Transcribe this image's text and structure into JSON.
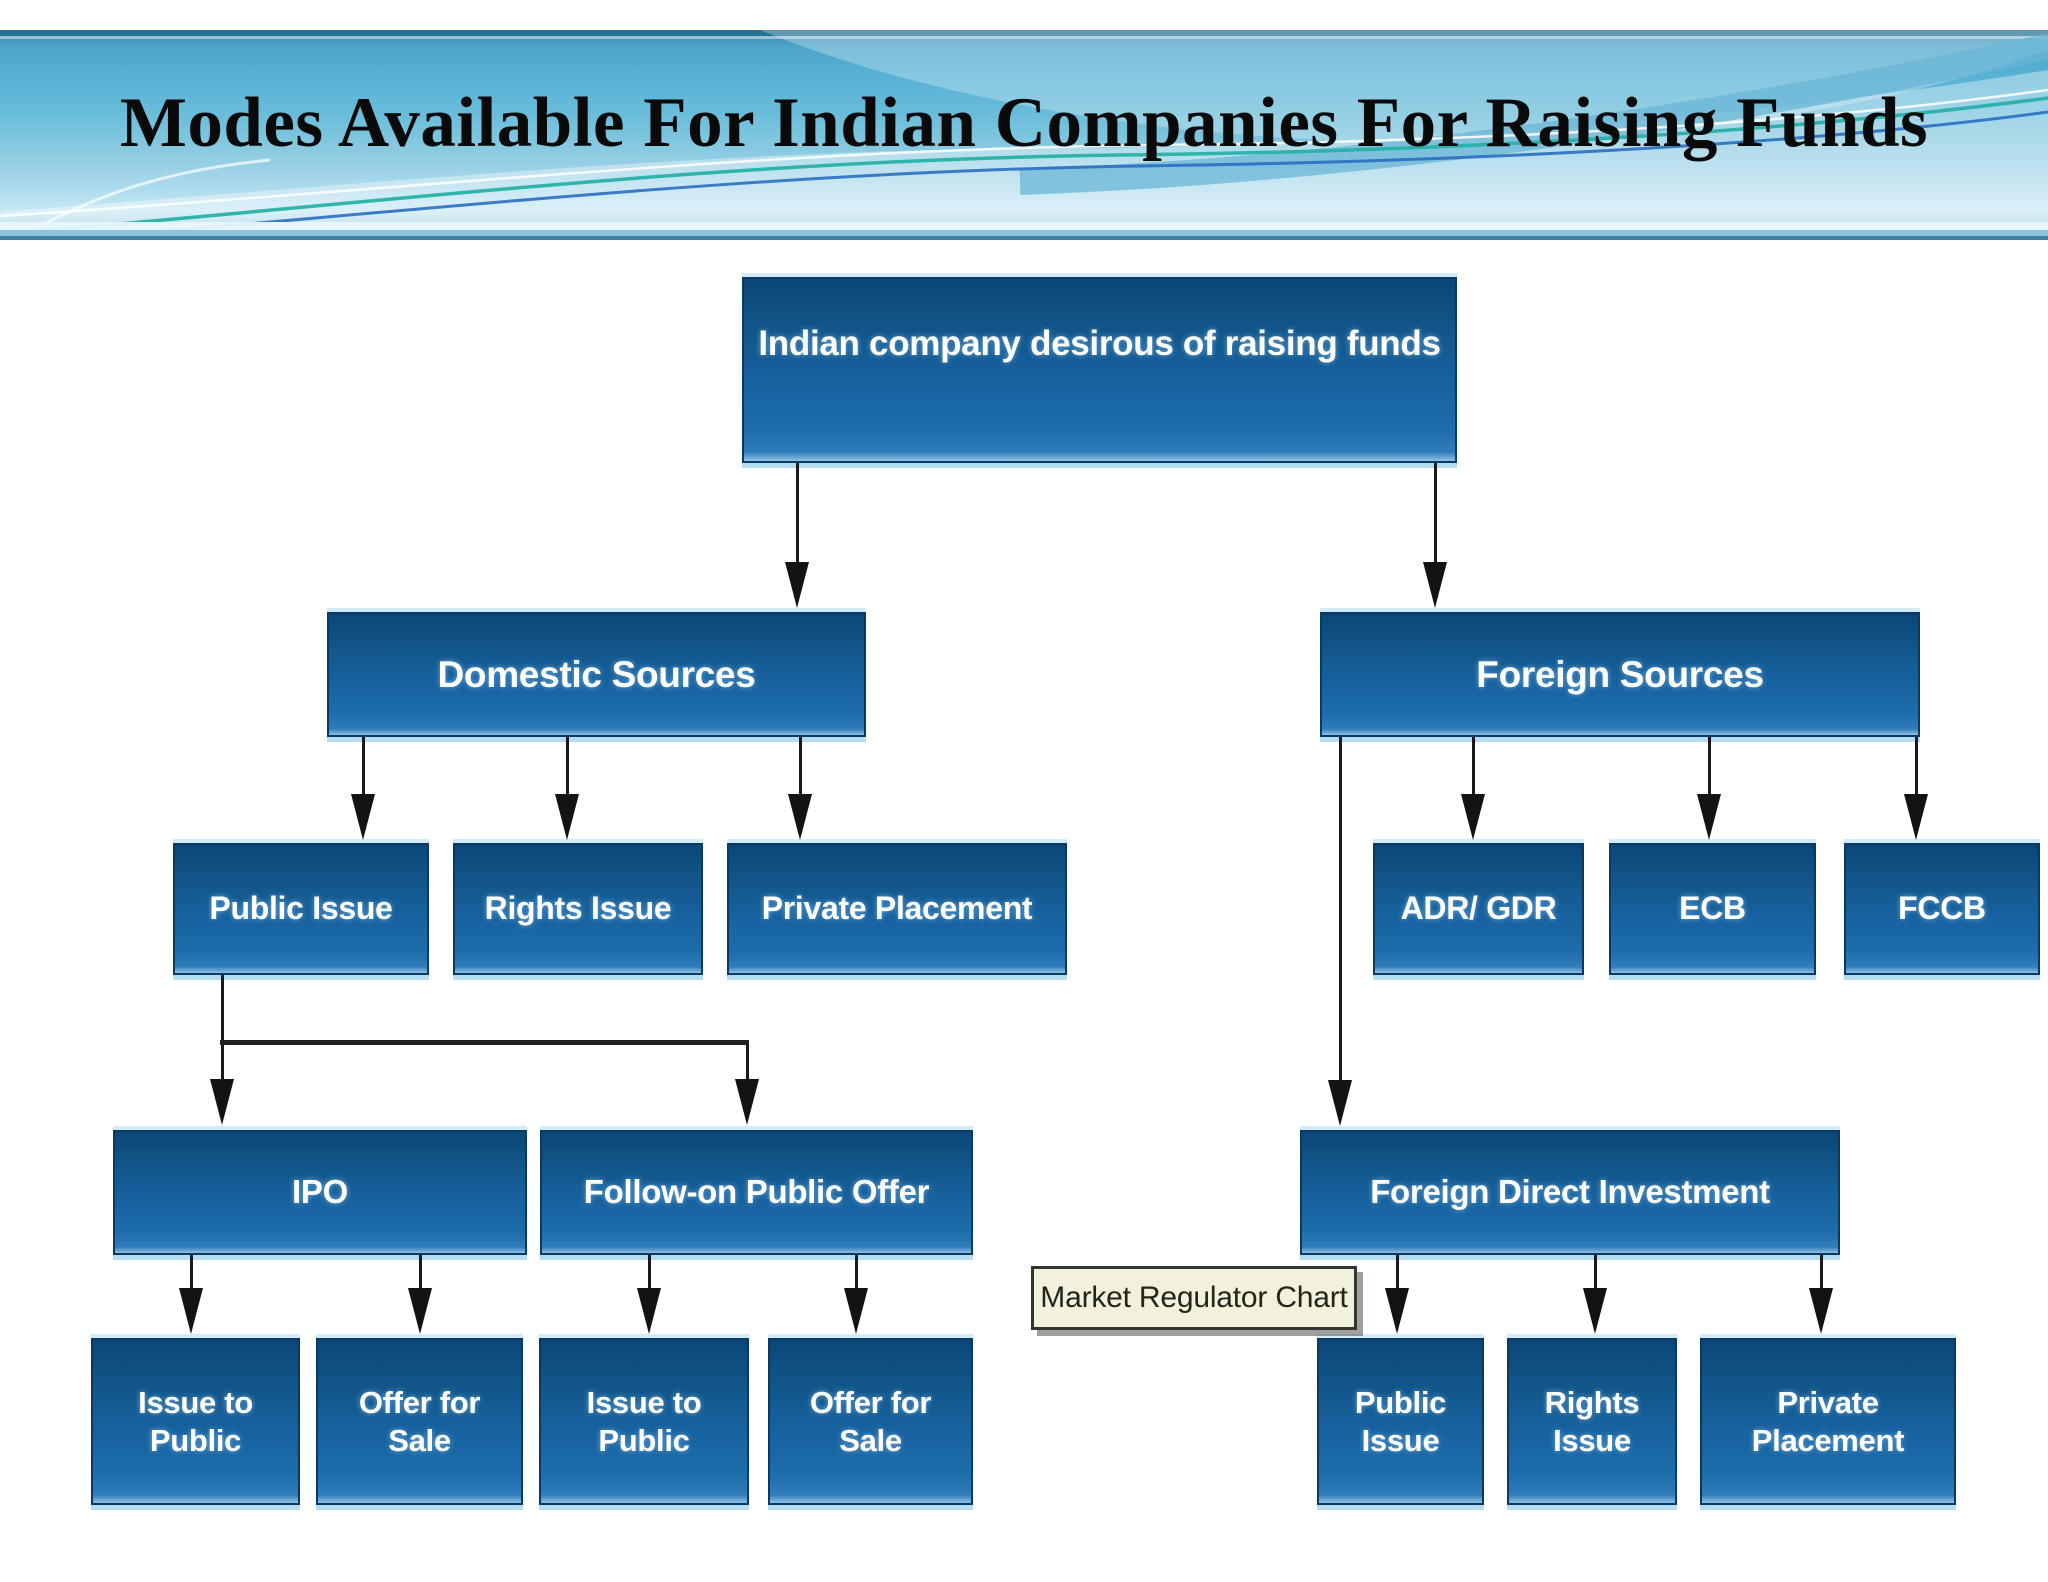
{
  "title": "Modes Available For Indian Companies For Raising Funds",
  "tooltip": {
    "label": "Market Regulator Chart"
  },
  "nodes": [
    {
      "id": "root",
      "label": "Indian company desirous of raising funds"
    },
    {
      "id": "domestic-sources",
      "label": "Domestic Sources"
    },
    {
      "id": "foreign-sources",
      "label": "Foreign Sources"
    },
    {
      "id": "public-issue",
      "label": "Public Issue"
    },
    {
      "id": "rights-issue",
      "label": "Rights Issue"
    },
    {
      "id": "private-placement",
      "label": "Private Placement"
    },
    {
      "id": "adr-gdr",
      "label": "ADR/ GDR"
    },
    {
      "id": "ecb",
      "label": "ECB"
    },
    {
      "id": "fccb",
      "label": "FCCB"
    },
    {
      "id": "ipo",
      "label": "IPO"
    },
    {
      "id": "follow-on-public-offer",
      "label": "Follow-on Public Offer"
    },
    {
      "id": "foreign-direct-investment",
      "label": "Foreign Direct Investment"
    },
    {
      "id": "issue-to-public-ipo",
      "label": "Issue to Public"
    },
    {
      "id": "offer-for-sale-ipo",
      "label": "Offer for Sale"
    },
    {
      "id": "issue-to-public-fpo",
      "label": "Issue to Public"
    },
    {
      "id": "offer-for-sale-fpo",
      "label": "Offer for Sale"
    },
    {
      "id": "public-issue-fdi",
      "label": "Public Issue"
    },
    {
      "id": "rights-issue-fdi",
      "label": "Rights Issue"
    },
    {
      "id": "private-placement-fdi",
      "label": "Private Placement"
    }
  ],
  "edges": [
    {
      "from": "root",
      "to": "domestic-sources"
    },
    {
      "from": "root",
      "to": "foreign-sources"
    },
    {
      "from": "domestic-sources",
      "to": "public-issue"
    },
    {
      "from": "domestic-sources",
      "to": "rights-issue"
    },
    {
      "from": "domestic-sources",
      "to": "private-placement"
    },
    {
      "from": "foreign-sources",
      "to": "adr-gdr"
    },
    {
      "from": "foreign-sources",
      "to": "ecb"
    },
    {
      "from": "foreign-sources",
      "to": "fccb"
    },
    {
      "from": "foreign-sources",
      "to": "foreign-direct-investment"
    },
    {
      "from": "public-issue",
      "to": "ipo"
    },
    {
      "from": "public-issue",
      "to": "follow-on-public-offer"
    },
    {
      "from": "ipo",
      "to": "issue-to-public-ipo"
    },
    {
      "from": "ipo",
      "to": "offer-for-sale-ipo"
    },
    {
      "from": "follow-on-public-offer",
      "to": "issue-to-public-fpo"
    },
    {
      "from": "follow-on-public-offer",
      "to": "offer-for-sale-fpo"
    },
    {
      "from": "foreign-direct-investment",
      "to": "public-issue-fdi"
    },
    {
      "from": "foreign-direct-investment",
      "to": "rights-issue-fdi"
    },
    {
      "from": "foreign-direct-investment",
      "to": "private-placement-fdi"
    }
  ],
  "colors": {
    "node_fill_top": "#0c4678",
    "node_fill_bottom": "#2f7cba",
    "node_border": "#0a3a64",
    "node_halo": "#bfe0f2",
    "node_text": "#ffffff",
    "connector": "#1a1a1a",
    "banner_top": "#57b2d5",
    "banner_bottom": "#c7e8f4",
    "title_text": "#0a0a0a",
    "tooltip_bg": "#f2f1dc",
    "tooltip_border": "#35342f",
    "tooltip_text": "#24241c"
  }
}
